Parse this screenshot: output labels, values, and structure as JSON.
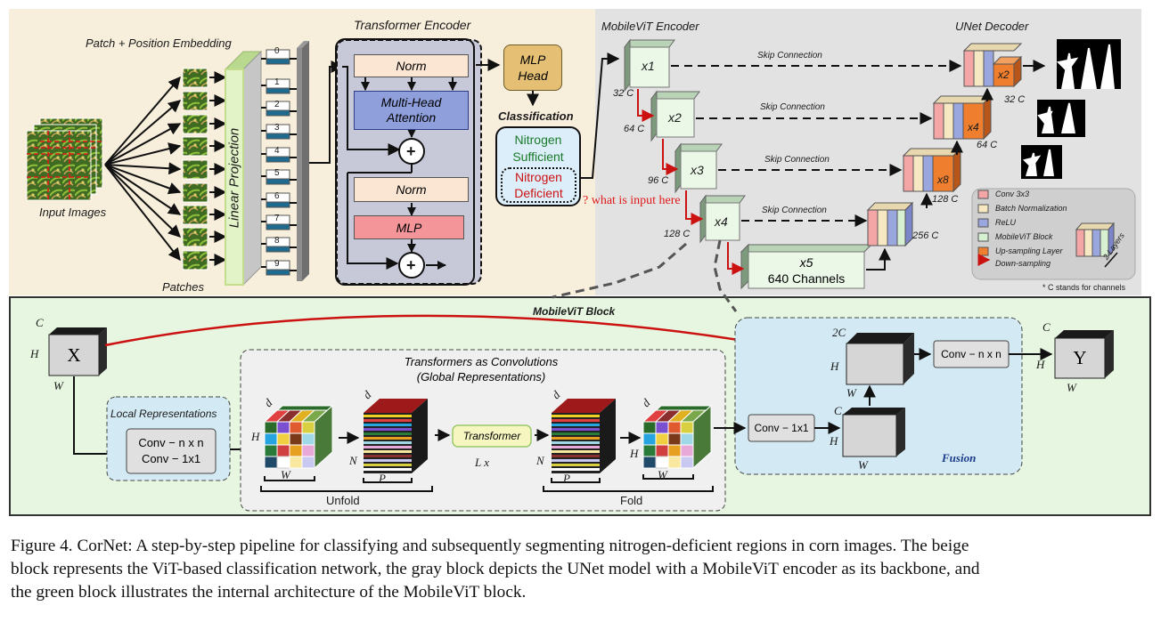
{
  "vit": {
    "patch_embedding": "Patch + Position Embedding",
    "input_images": "Input Images",
    "patches": "Patches",
    "linear_projection": "Linear Projection",
    "token_ids": [
      "0",
      "1",
      "2",
      "3",
      "4",
      "5",
      "6",
      "7",
      "8",
      "9"
    ],
    "encoder_title": "Transformer Encoder",
    "norm1": "Norm",
    "attention_line1": "Multi-Head",
    "attention_line2": "Attention",
    "plus": "+",
    "norm2": "Norm",
    "mlp": "MLP",
    "mlp_head_line1": "MLP",
    "mlp_head_line2": "Head",
    "classification": "Classification",
    "class_sufficient_line1": "Nitrogen",
    "class_sufficient_line2": "Sufficient",
    "class_deficient_line1": "Nitrogen",
    "class_deficient_line2": "Deficient",
    "annotation": "? what is input here"
  },
  "unet": {
    "encoder_title": "MobileViT Encoder",
    "decoder_title": "UNet Decoder",
    "x1": "x1",
    "x2": "x2",
    "x3": "x3",
    "x4": "x4",
    "x5_line1": "x5",
    "x5_line2": "640 Channels",
    "c32": "32 C",
    "c64": "64 C",
    "c96": "96 C",
    "c128": "128 C",
    "dec_c32": "32 C",
    "dec_c64": "64 C",
    "dec_c128": "128 C",
    "dec_c256": "256 C",
    "skip": "Skip Connection",
    "up_x2": "x2",
    "up_x4": "x4",
    "up_x8": "x8",
    "legend": [
      "Conv 3x3",
      "Batch Normalization",
      "ReLU",
      "MobileViT Block",
      "Up-sampling Layer",
      "Down-sampling"
    ],
    "legend_layers": "2 Layers",
    "footnote": "* C stands for channels"
  },
  "block": {
    "title": "MobileViT Block",
    "x": "X",
    "y": "Y",
    "c": "C",
    "h": "H",
    "w": "W",
    "two_c": "2C",
    "d": "d",
    "n": "N",
    "p": "P",
    "local_title": "Local Representations",
    "local_line1": "Conv − n x n",
    "local_line2": "Conv − 1x1",
    "tac_line1": "Transformers as Convolutions",
    "tac_line2": "(Global Representations)",
    "transformer": "Transformer",
    "lx": "L x",
    "unfold": "Unfold",
    "fold": "Fold",
    "conv1x1": "Conv − 1x1",
    "convnxn": "Conv − n x n",
    "fusion": "Fusion"
  },
  "caption": [
    "Figure 4. CorNet: A step-by-step pipeline for classifying and subsequently segmenting nitrogen-deficient regions in corn images. The beige",
    "block represents the ViT-based classification network, the gray block depicts the UNet model with a MobileViT encoder as its backbone, and",
    "the green block illustrates the internal architecture of the MobileViT block."
  ],
  "colors": {
    "beige": "#f8eedc",
    "gray": "#e2e2e2",
    "green": "#e6f6e0",
    "fusion": "#d3eaf4",
    "norm": "#fbe6d4",
    "attention": "#8e9fdb",
    "mlp": "#f4959a",
    "mlp_head": "#e4bf74",
    "classification": "#dceefa",
    "deficient": "#cc1111",
    "sufficient": "#1a7a2a",
    "conv3x3": "#f4a5a5",
    "batch_norm": "#f7e8c4",
    "relu": "#9aa6de",
    "mobilevit": "#d8f0d2",
    "upsampling": "#ef7f2f",
    "downsampling": "#cc1111"
  }
}
